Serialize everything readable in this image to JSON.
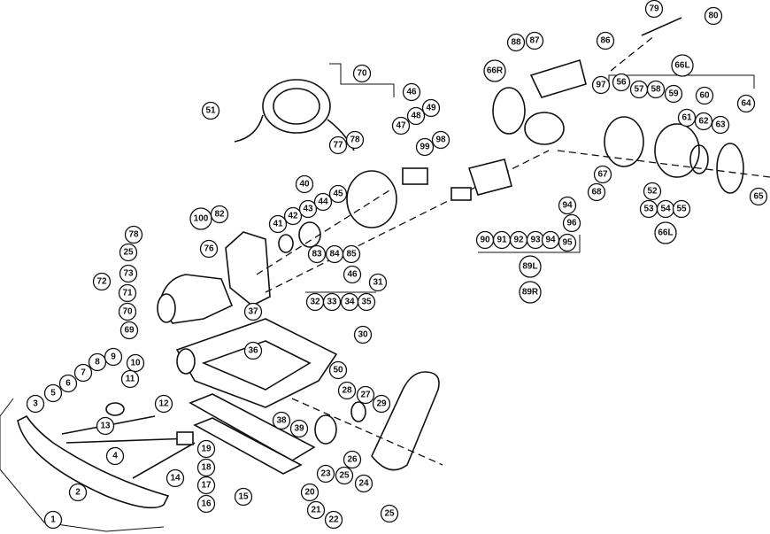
{
  "title": "Exploded parts diagram",
  "callouts": [
    "1",
    "2",
    "3",
    "4",
    "5",
    "6",
    "7",
    "8",
    "9",
    "10",
    "11",
    "12",
    "13",
    "14",
    "15",
    "16",
    "17",
    "18",
    "19",
    "20",
    "21",
    "22",
    "23",
    "24",
    "25",
    "26",
    "27",
    "28",
    "29",
    "30",
    "31",
    "32",
    "33",
    "34",
    "35",
    "36",
    "37",
    "38",
    "39",
    "40",
    "41",
    "42",
    "43",
    "44",
    "45",
    "46",
    "46",
    "47",
    "48",
    "49",
    "50",
    "51",
    "52",
    "53",
    "54",
    "55",
    "56",
    "57",
    "58",
    "59",
    "60",
    "61",
    "62",
    "63",
    "64",
    "65",
    "66R",
    "66L",
    "66L",
    "67",
    "68",
    "69",
    "70",
    "70",
    "71",
    "72",
    "73",
    "76",
    "77",
    "78",
    "78",
    "79",
    "80",
    "82",
    "83",
    "84",
    "85",
    "86",
    "87",
    "88",
    "89L",
    "89R",
    "90",
    "91",
    "92",
    "93",
    "94",
    "94",
    "95",
    "96",
    "97",
    "98",
    "99",
    "100",
    "25",
    "25"
  ]
}
